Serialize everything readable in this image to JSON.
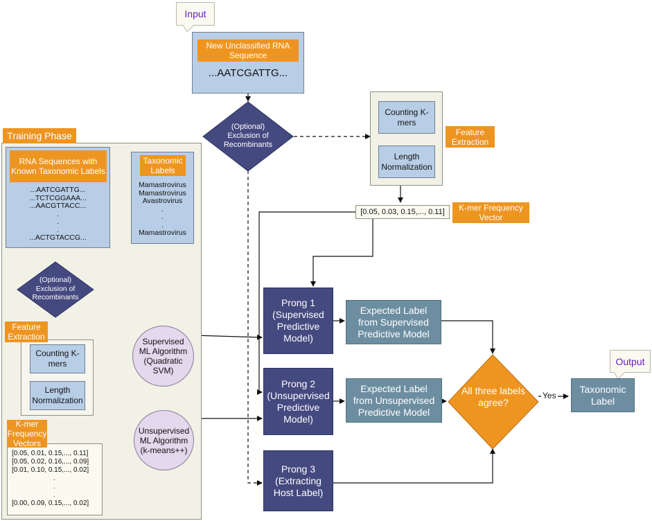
{
  "input": {
    "callout": "Input",
    "header": "New Unclassified RNA Sequence",
    "sequence": "...AATCGATTG..."
  },
  "exclusion_top": {
    "line1": "(Optional)",
    "line2": "Exclusion of",
    "line3": "Recombinants"
  },
  "feature_top": {
    "counting": "Counting K-mers",
    "length": "Length Normalization",
    "label": "Feature Extraction"
  },
  "kmer_vector": {
    "value": "[0.05, 0.03, 0.15,..., 0.11]",
    "label": "K-mer Frequency Vector"
  },
  "training": {
    "title": "Training Phase",
    "rna": {
      "header": "RNA Sequences with Known Taxonomic Labels",
      "lines": [
        "...AATCGATTG...",
        "...TCTCGGAAA...",
        "...AACGTTACC...",
        ".",
        ".",
        ".",
        "...ACTGTACCG..."
      ]
    },
    "taxonomic": {
      "header": "Taxonomic Labels",
      "lines": [
        "Mamastrovirus",
        "Mamastrovirus",
        "Avastrovirus",
        ".",
        ".",
        ".",
        "Mamastrovirus"
      ]
    },
    "exclusion": {
      "line1": "(Optional)",
      "line2": "Exclusion of",
      "line3": "Recombinants"
    },
    "feature": {
      "label": "Feature Extraction",
      "counting": "Counting K-mers",
      "length": "Length Normalization"
    },
    "vectors": {
      "label": "K-mer Frequency Vectors",
      "lines": [
        "[0.05, 0.01, 0.15,..., 0.11]",
        "[0.05, 0.02, 0.16,..., 0.09]",
        "[0.01, 0.10, 0.15,..., 0.02]",
        ".",
        ".",
        ".",
        "[0.00, 0.09, 0.15,..., 0.02]"
      ]
    },
    "supervised": "Supervised ML Algorithm (Quadratic SVM)",
    "unsupervised": "Unsupervised ML Algorithm (k-means++)"
  },
  "prongs": {
    "p1": "Prong 1 (Supervised Predictive Model)",
    "p2": "Prong 2 (Unsupervised Predictive Model)",
    "p3": "Prong 3 (Extracting Host Label)"
  },
  "expected": {
    "supervised": "Expected Label from Supervised Predictive Model",
    "unsupervised": "Expected Label from Unsupervised Predictive Model"
  },
  "decision": {
    "line1": "All three labels",
    "line2": "agree?",
    "yes": "Yes"
  },
  "output": {
    "callout": "Output",
    "label": "Taxonomic Label"
  },
  "colors": {
    "navy": "#44497f",
    "slate": "#6d8ea1",
    "orange": "#ee9521",
    "light_blue": "#b8cee6",
    "lavender": "#e3d8ec",
    "panel": "#f2f1e6",
    "callout_text": "#6a1fbf"
  }
}
